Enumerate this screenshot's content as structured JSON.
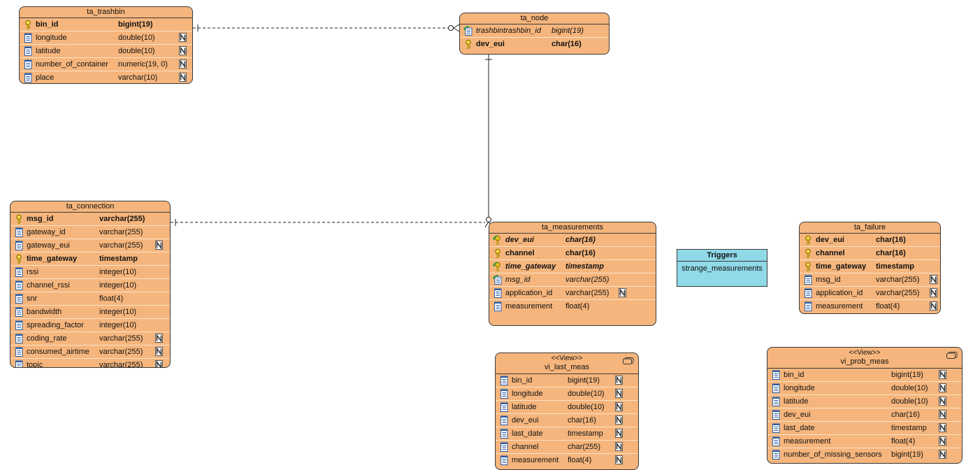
{
  "entities": {
    "ta_trashbin": {
      "title": "ta_trashbin",
      "rows": [
        {
          "name": "bin_id",
          "type": "bigint(19)",
          "kind": "pk",
          "nullable": false
        },
        {
          "name": "longitude",
          "type": "double(10)",
          "kind": "col",
          "nullable": true
        },
        {
          "name": "latitude",
          "type": "double(10)",
          "kind": "col",
          "nullable": true
        },
        {
          "name": "number_of_container",
          "type": "numeric(19, 0)",
          "kind": "col",
          "nullable": true
        },
        {
          "name": "place",
          "type": "varchar(10)",
          "kind": "col",
          "nullable": true
        }
      ]
    },
    "ta_node": {
      "title": "ta_node",
      "rows": [
        {
          "name": "trashbintrashbin_id",
          "type": "bigint(19)",
          "kind": "fk",
          "nullable": false
        },
        {
          "name": "dev_eui",
          "type": "char(16)",
          "kind": "pk",
          "nullable": false
        }
      ]
    },
    "ta_connection": {
      "title": "ta_connection",
      "rows": [
        {
          "name": "msg_id",
          "type": "varchar(255)",
          "kind": "pk",
          "nullable": false
        },
        {
          "name": "gateway_id",
          "type": "varchar(255)",
          "kind": "col",
          "nullable": false
        },
        {
          "name": "gateway_eui",
          "type": "varchar(255)",
          "kind": "col",
          "nullable": true
        },
        {
          "name": "time_gateway",
          "type": "timestamp",
          "kind": "pk",
          "nullable": false
        },
        {
          "name": "rssi",
          "type": "integer(10)",
          "kind": "col",
          "nullable": false
        },
        {
          "name": "channel_rssi",
          "type": "integer(10)",
          "kind": "col",
          "nullable": false
        },
        {
          "name": "snr",
          "type": "float(4)",
          "kind": "col",
          "nullable": false
        },
        {
          "name": "bandwidth",
          "type": "integer(10)",
          "kind": "col",
          "nullable": false
        },
        {
          "name": "spreading_factor",
          "type": "integer(10)",
          "kind": "col",
          "nullable": false
        },
        {
          "name": "coding_rate",
          "type": "varchar(255)",
          "kind": "col",
          "nullable": true
        },
        {
          "name": "consumed_airtime",
          "type": "varchar(255)",
          "kind": "col",
          "nullable": true
        },
        {
          "name": "topic",
          "type": "varchar(255)",
          "kind": "col",
          "nullable": true
        }
      ]
    },
    "ta_measurements": {
      "title": "ta_measurements",
      "rows": [
        {
          "name": "dev_eui",
          "type": "char(16)",
          "kind": "fkpk",
          "nullable": false
        },
        {
          "name": "channel",
          "type": "char(16)",
          "kind": "pk",
          "nullable": false
        },
        {
          "name": "time_gateway",
          "type": "timestamp",
          "kind": "fkpk",
          "nullable": false
        },
        {
          "name": "msg_id",
          "type": "varchar(255)",
          "kind": "fk",
          "nullable": false
        },
        {
          "name": "application_id",
          "type": "varchar(255)",
          "kind": "col",
          "nullable": true
        },
        {
          "name": "measurement",
          "type": "float(4)",
          "kind": "col",
          "nullable": false
        }
      ]
    },
    "ta_failure": {
      "title": "ta_failure",
      "rows": [
        {
          "name": "dev_eui",
          "type": "char(16)",
          "kind": "pk",
          "nullable": false
        },
        {
          "name": "channel",
          "type": "char(16)",
          "kind": "pk",
          "nullable": false
        },
        {
          "name": "time_gateway",
          "type": "timestamp",
          "kind": "pk",
          "nullable": false
        },
        {
          "name": "msg_id",
          "type": "varchar(255)",
          "kind": "col",
          "nullable": true
        },
        {
          "name": "application_id",
          "type": "varchar(255)",
          "kind": "col",
          "nullable": true
        },
        {
          "name": "measurement",
          "type": "float(4)",
          "kind": "col",
          "nullable": true
        }
      ]
    },
    "vi_last_meas": {
      "title": "vi_last_meas",
      "stereotype": "<<View>>",
      "rows": [
        {
          "name": "bin_id",
          "type": "bigint(19)",
          "kind": "col",
          "nullable": true
        },
        {
          "name": "longitude",
          "type": "double(10)",
          "kind": "col",
          "nullable": true
        },
        {
          "name": "latitude",
          "type": "double(10)",
          "kind": "col",
          "nullable": true
        },
        {
          "name": "dev_eui",
          "type": "char(16)",
          "kind": "col",
          "nullable": true
        },
        {
          "name": "last_date",
          "type": "timestamp",
          "kind": "col",
          "nullable": true
        },
        {
          "name": "channel",
          "type": "char(255)",
          "kind": "col",
          "nullable": true
        },
        {
          "name": "measurement",
          "type": "float(4)",
          "kind": "col",
          "nullable": true
        }
      ]
    },
    "vi_prob_meas": {
      "title": "vi_prob_meas",
      "stereotype": "<<View>>",
      "rows": [
        {
          "name": "bin_id",
          "type": "bigint(19)",
          "kind": "col",
          "nullable": true
        },
        {
          "name": "longitude",
          "type": "double(10)",
          "kind": "col",
          "nullable": true
        },
        {
          "name": "latitude",
          "type": "double(10)",
          "kind": "col",
          "nullable": true
        },
        {
          "name": "dev_eui",
          "type": "char(16)",
          "kind": "col",
          "nullable": true
        },
        {
          "name": "last_date",
          "type": "timestamp",
          "kind": "col",
          "nullable": true
        },
        {
          "name": "measurement",
          "type": "float(4)",
          "kind": "col",
          "nullable": true
        },
        {
          "name": "number_of_missing_sensors",
          "type": "bigint(19)",
          "kind": "col",
          "nullable": true
        }
      ]
    }
  },
  "trigger": {
    "title": "Triggers",
    "item": "strange_measurements"
  },
  "colors": {
    "entity_fill": "#f5b57c",
    "trigger_fill": "#8fd9e8",
    "border": "#3a3a3a",
    "key_icon": "#e8c31a"
  }
}
